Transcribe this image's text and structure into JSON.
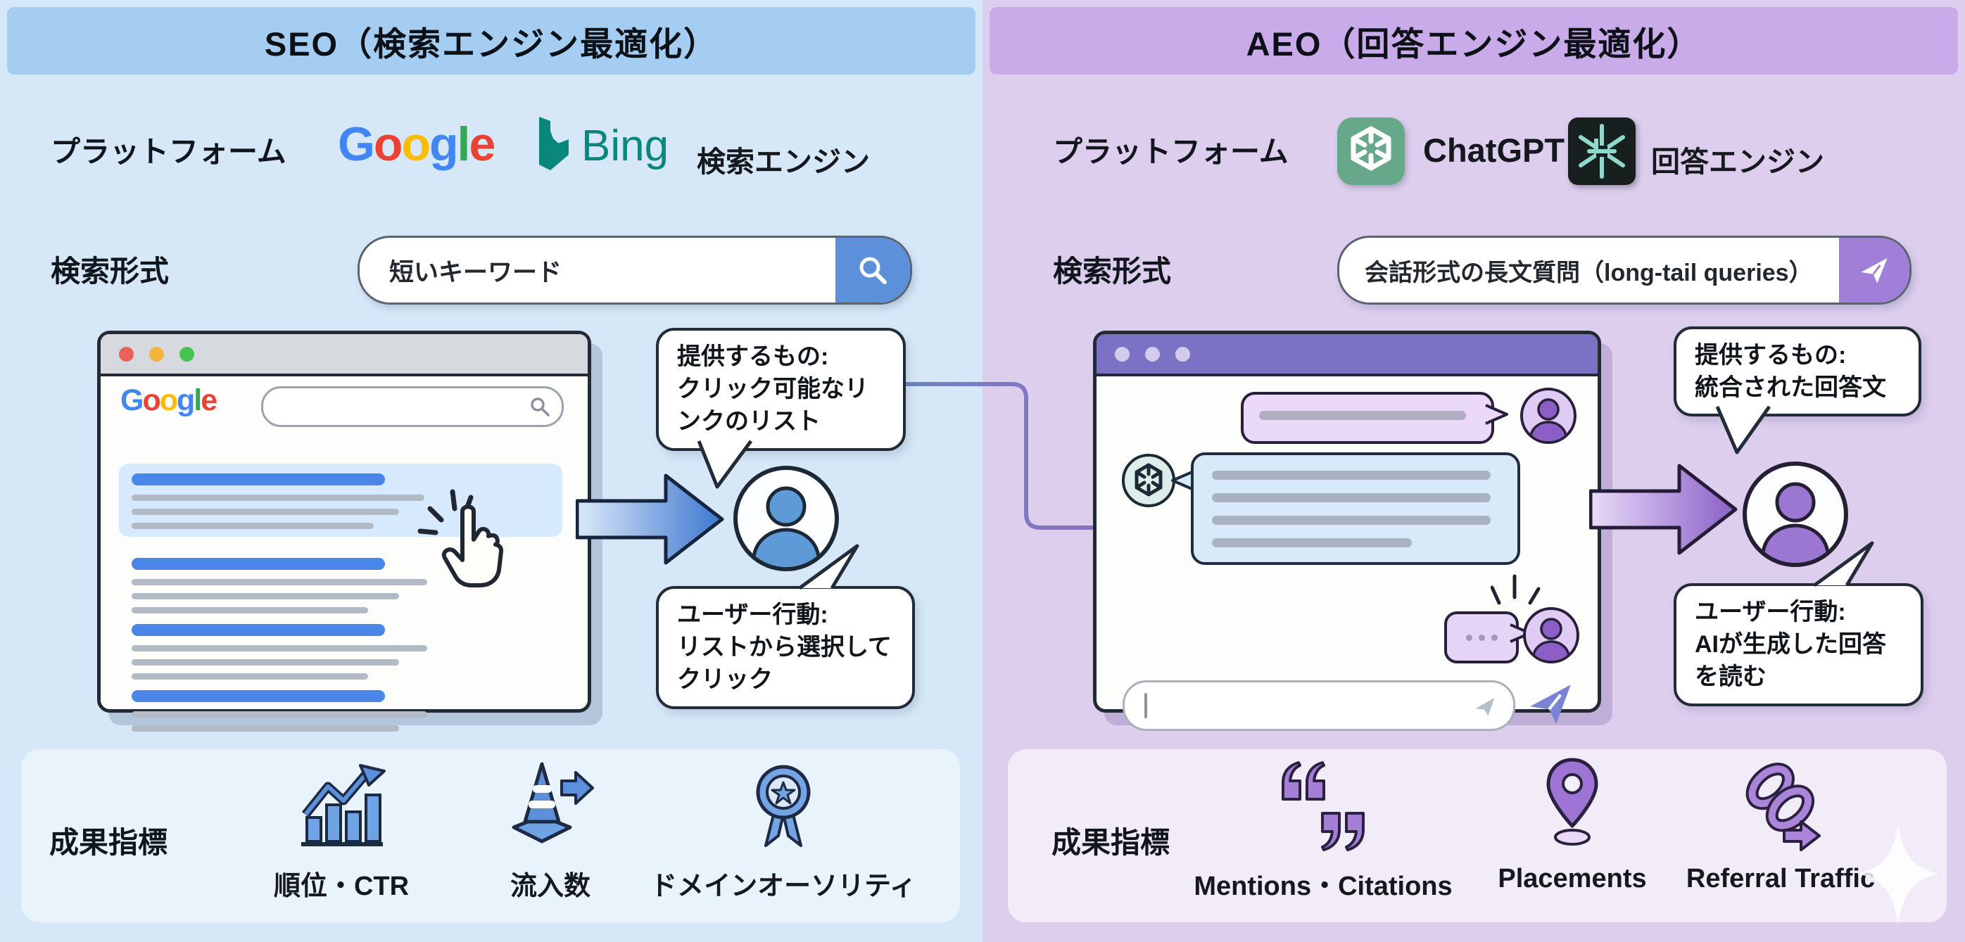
{
  "colors": {
    "left_bg": "#D6E8F8",
    "left_header_bg": "#A5CDF1",
    "left_accent": "#4A86E8",
    "left_button": "#5C90DA",
    "right_bg": "#DDCEEE",
    "right_header_bg": "#C9ABE9",
    "right_accent": "#9B74D3",
    "right_button": "#A07FD8",
    "bing_teal": "#0B867B",
    "chatgpt_green": "#67A78A",
    "answer_engine_teal": "#8FD8CB"
  },
  "brand": {
    "google_letters": [
      {
        "ch": "G",
        "color": "#4285F4"
      },
      {
        "ch": "o",
        "color": "#EA4335"
      },
      {
        "ch": "o",
        "color": "#FBBC05"
      },
      {
        "ch": "g",
        "color": "#4285F4"
      },
      {
        "ch": "l",
        "color": "#34A853"
      },
      {
        "ch": "e",
        "color": "#EA4335"
      }
    ],
    "bing": "Bing",
    "chatgpt": "ChatGPT"
  },
  "left": {
    "header": "SEO（検索エンジン最適化）",
    "platform_label": "プラットフォーム",
    "engine_type": "検索エンジン",
    "search_label": "検索形式",
    "search_value": "短いキーワード",
    "provide_title": "提供するもの:",
    "provide_body": "クリック可能なリンクのリスト",
    "action_title": "ユーザー行動:",
    "action_body": "リストから選択してクリック",
    "metrics_label": "成果指標",
    "metrics": [
      {
        "label": "順位・CTR",
        "icon": "bar-chart-rising-icon"
      },
      {
        "label": "流入数",
        "icon": "traffic-cone-inflow-icon"
      },
      {
        "label": "ドメインオーソリティ",
        "icon": "award-ribbon-icon"
      }
    ]
  },
  "right": {
    "header": "AEO（回答エンジン最適化）",
    "platform_label": "プラットフォーム",
    "engine_type": "回答エンジン",
    "search_label": "検索形式",
    "search_value": "会話形式の長文質問（long-tail queries）",
    "provide_title": "提供するもの:",
    "provide_body": "統合された回答文",
    "action_title": "ユーザー行動:",
    "action_body": "AIが生成した回答を読む",
    "metrics_label": "成果指標",
    "metrics": [
      {
        "label": "Mentions・Citations",
        "icon": "quotation-marks-icon"
      },
      {
        "label": "Placements",
        "icon": "map-pin-icon"
      },
      {
        "label": "Referral Traffic",
        "icon": "link-arrow-icon"
      }
    ]
  }
}
